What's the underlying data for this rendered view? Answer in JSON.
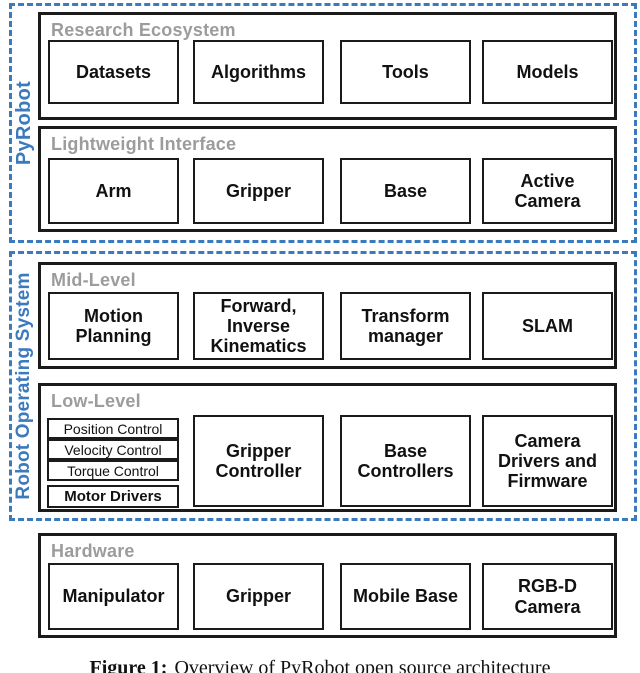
{
  "colors": {
    "accent_blue": "#3b7abd",
    "header_gray": "#9c9c9c",
    "border_black": "#1b1b1b"
  },
  "pyrobot": {
    "label": "PyRobot",
    "research": {
      "header": "Research Ecosystem",
      "boxes": [
        "Datasets",
        "Algorithms",
        "Tools",
        "Models"
      ]
    },
    "lightweight": {
      "header": "Lightweight Interface",
      "boxes": [
        "Arm",
        "Gripper",
        "Base",
        "Active Camera"
      ]
    }
  },
  "ros": {
    "label": "Robot Operating System",
    "mid": {
      "header": "Mid-Level",
      "boxes": [
        "Motion Planning",
        "Forward, Inverse Kinematics",
        "Transform manager",
        "SLAM"
      ]
    },
    "low": {
      "header": "Low-Level",
      "stack": [
        "Position Control",
        "Velocity Control",
        "Torque Control",
        "Motor Drivers"
      ],
      "boxes": [
        "Gripper Controller",
        "Base Controllers",
        "Camera Drivers and Firmware"
      ]
    }
  },
  "hardware": {
    "header": "Hardware",
    "boxes": [
      "Manipulator",
      "Gripper",
      "Mobile Base",
      "RGB-D Camera"
    ]
  },
  "caption": {
    "label": "Figure 1:",
    "text": "Overview of PyRobot open source architecture"
  }
}
